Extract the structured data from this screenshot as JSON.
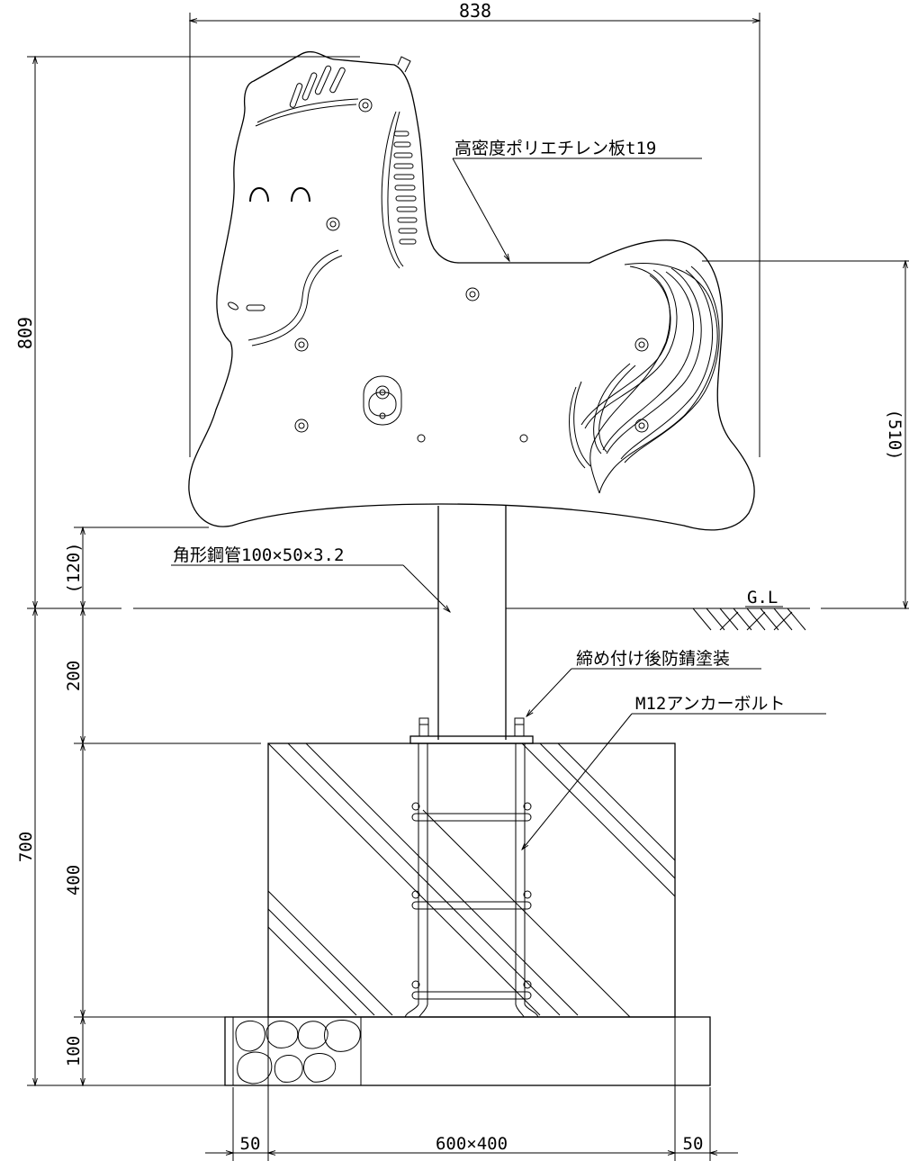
{
  "dimensions": {
    "total_width": "838",
    "total_height": "809",
    "seat_height": "(510)",
    "ground_clearance": "(120)",
    "foundation_total": "700",
    "above_footing": "200",
    "footing_depth": "400",
    "gravel_depth": "100",
    "margin_left": "50",
    "footing_size": "600×400",
    "margin_right": "50"
  },
  "labels": {
    "board": "高密度ポリエチレン板t19",
    "pipe": "角形鋼管100×50×3.2",
    "ground_level": "G.L",
    "coating": "締め付け後防錆塗装",
    "anchor": "M12アンカーボルト"
  }
}
